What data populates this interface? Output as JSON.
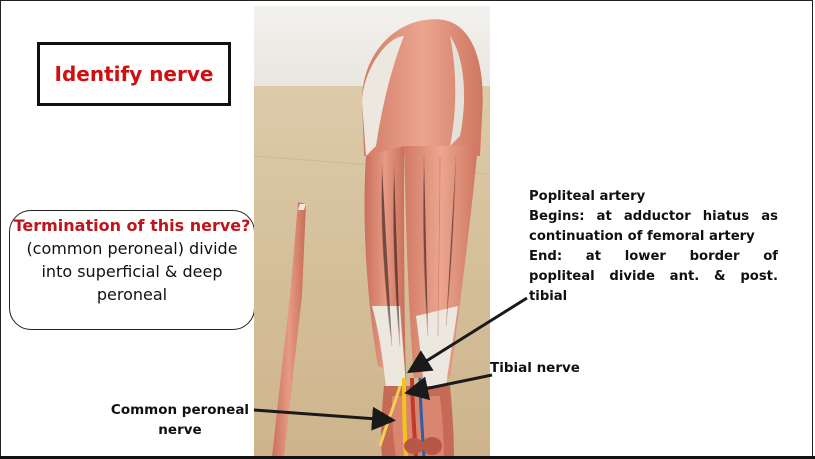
{
  "title": "Identify nerve",
  "question": {
    "red_text": "Termination of this nerve?",
    "answer_text": " (common peroneal) divide into superficial & deep peroneal"
  },
  "info": {
    "heading": "Popliteal artery",
    "line1": "Begins: at adductor hiatus as",
    "line2": "continuation of femoral artery",
    "line3": "End: at lower border of",
    "line4": "popliteal divide ant. & post.",
    "line5": "tibial"
  },
  "labels": {
    "tibial_nerve": "Tibial nerve",
    "common_peroneal_line1": "Common peroneal",
    "common_peroneal_line2": "nerve"
  },
  "colors": {
    "title_red": "#d01010",
    "question_red": "#c0141a",
    "muscle": "#d9826c",
    "tendon": "#e9e6df",
    "table": "#d8c3a2",
    "nerve_yellow": "#f0c419",
    "artery_red": "#c0392b"
  }
}
